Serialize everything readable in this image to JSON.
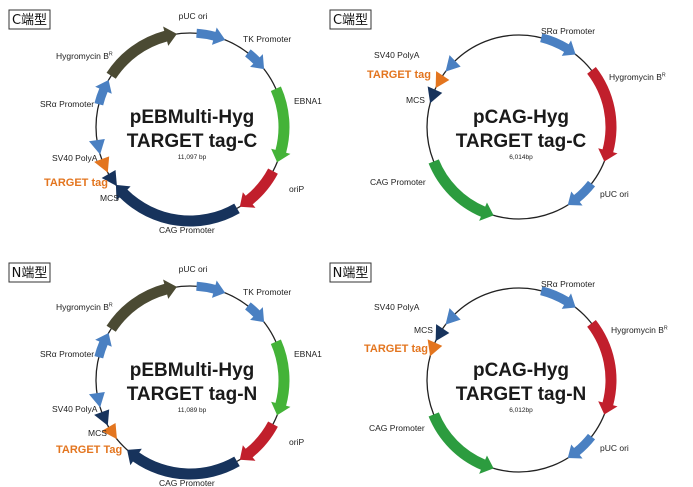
{
  "colors": {
    "blue": "#4a80c2",
    "red": "#c11f2c",
    "green_light": "#44b338",
    "green_dark": "#2c9c3f",
    "olive": "#4b4a33",
    "navy": "#17335c",
    "orange": "#e3751f",
    "ring": "#222222"
  },
  "panels": [
    {
      "tag_label": "C端型",
      "title_line1": "pEBMulti-Hyg",
      "title_line2": "TARGET tag-C",
      "size": "11,097 bp",
      "features": [
        {
          "label": "pUC ori"
        },
        {
          "label": "TK Promoter"
        },
        {
          "label": "EBNA1"
        },
        {
          "label": "oriP"
        },
        {
          "label": "CAG Promoter"
        },
        {
          "label": "MCS"
        },
        {
          "label": "TARGET tag"
        },
        {
          "label": "SV40 PolyA"
        },
        {
          "label": "SRα Promoter"
        },
        {
          "label": "Hygromycin B",
          "sup": "R"
        }
      ]
    },
    {
      "tag_label": "C端型",
      "title_line1": "pCAG-Hyg",
      "title_line2": "TARGET tag-C",
      "size": "6,014bp",
      "features": [
        {
          "label": "SRα Promoter"
        },
        {
          "label": "Hygromycin B",
          "sup": "R"
        },
        {
          "label": "pUC ori"
        },
        {
          "label": "CAG Promoter"
        },
        {
          "label": "MCS"
        },
        {
          "label": "TARGET tag"
        },
        {
          "label": "SV40 PolyA"
        }
      ]
    },
    {
      "tag_label": "N端型",
      "title_line1": "pEBMulti-Hyg",
      "title_line2": "TARGET tag-N",
      "size": "11,089 bp",
      "features": [
        {
          "label": "pUC ori"
        },
        {
          "label": "TK Promoter"
        },
        {
          "label": "EBNA1"
        },
        {
          "label": "oriP"
        },
        {
          "label": "CAG Promoter"
        },
        {
          "label": "TARGET Tag"
        },
        {
          "label": "MCS"
        },
        {
          "label": "SV40 PolyA"
        },
        {
          "label": "SRα Promoter"
        },
        {
          "label": "Hygromycin B",
          "sup": "R"
        }
      ]
    },
    {
      "tag_label": "N端型",
      "title_line1": "pCAG-Hyg",
      "title_line2": "TARGET tag-N",
      "size": "6,012bp",
      "features": [
        {
          "label": "SRα Promoter"
        },
        {
          "label": "Hygromycin B",
          "sup": "R"
        },
        {
          "label": "pUC ori"
        },
        {
          "label": "CAG Promoter"
        },
        {
          "label": "TARGET tag"
        },
        {
          "label": "MCS"
        },
        {
          "label": "SV40 PolyA"
        }
      ]
    }
  ]
}
